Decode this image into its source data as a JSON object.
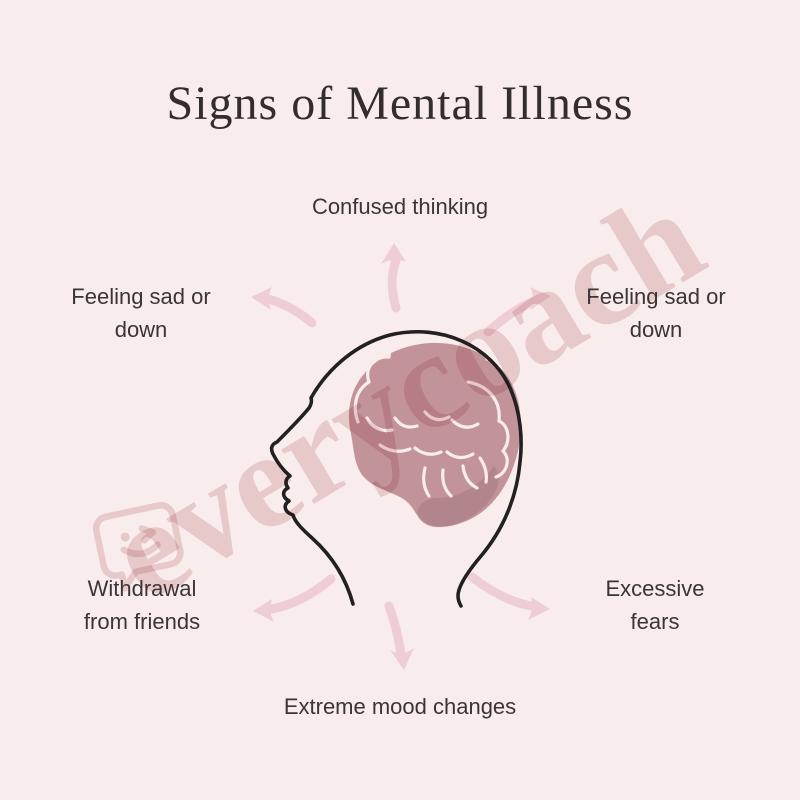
{
  "title": "Signs of Mental Illness",
  "signs": [
    {
      "position": "top",
      "text": "Confused thinking"
    },
    {
      "position": "left",
      "text": "Feeling sad or down"
    },
    {
      "position": "right",
      "text": "Feeling sad or down"
    },
    {
      "position": "bottom-left",
      "text": "Withdrawal from friends"
    },
    {
      "position": "bottom-right",
      "text": "Excessive fears"
    },
    {
      "position": "bottom",
      "text": "Extreme mood changes"
    }
  ],
  "illustration": {
    "center_icon": "head-profile-with-brain-icon",
    "arrow_icons": [
      "arrow-up-icon",
      "arrow-left-icon",
      "arrow-right-icon",
      "arrow-down-left-icon",
      "arrow-down-right-icon",
      "arrow-down-icon"
    ]
  },
  "watermark": {
    "text": "everycoach",
    "icon": "winking-smiley-chat-bubble-icon"
  },
  "colors": {
    "background": "#f8edec",
    "title_text": "#332d2e",
    "label_text": "#3a3536",
    "arrow": "#eeced2",
    "brain": "#c3939a",
    "brain_dark": "#b2848b",
    "brain_line": "#f8edec",
    "outline": "#232021",
    "watermark": "#ead0d2"
  }
}
